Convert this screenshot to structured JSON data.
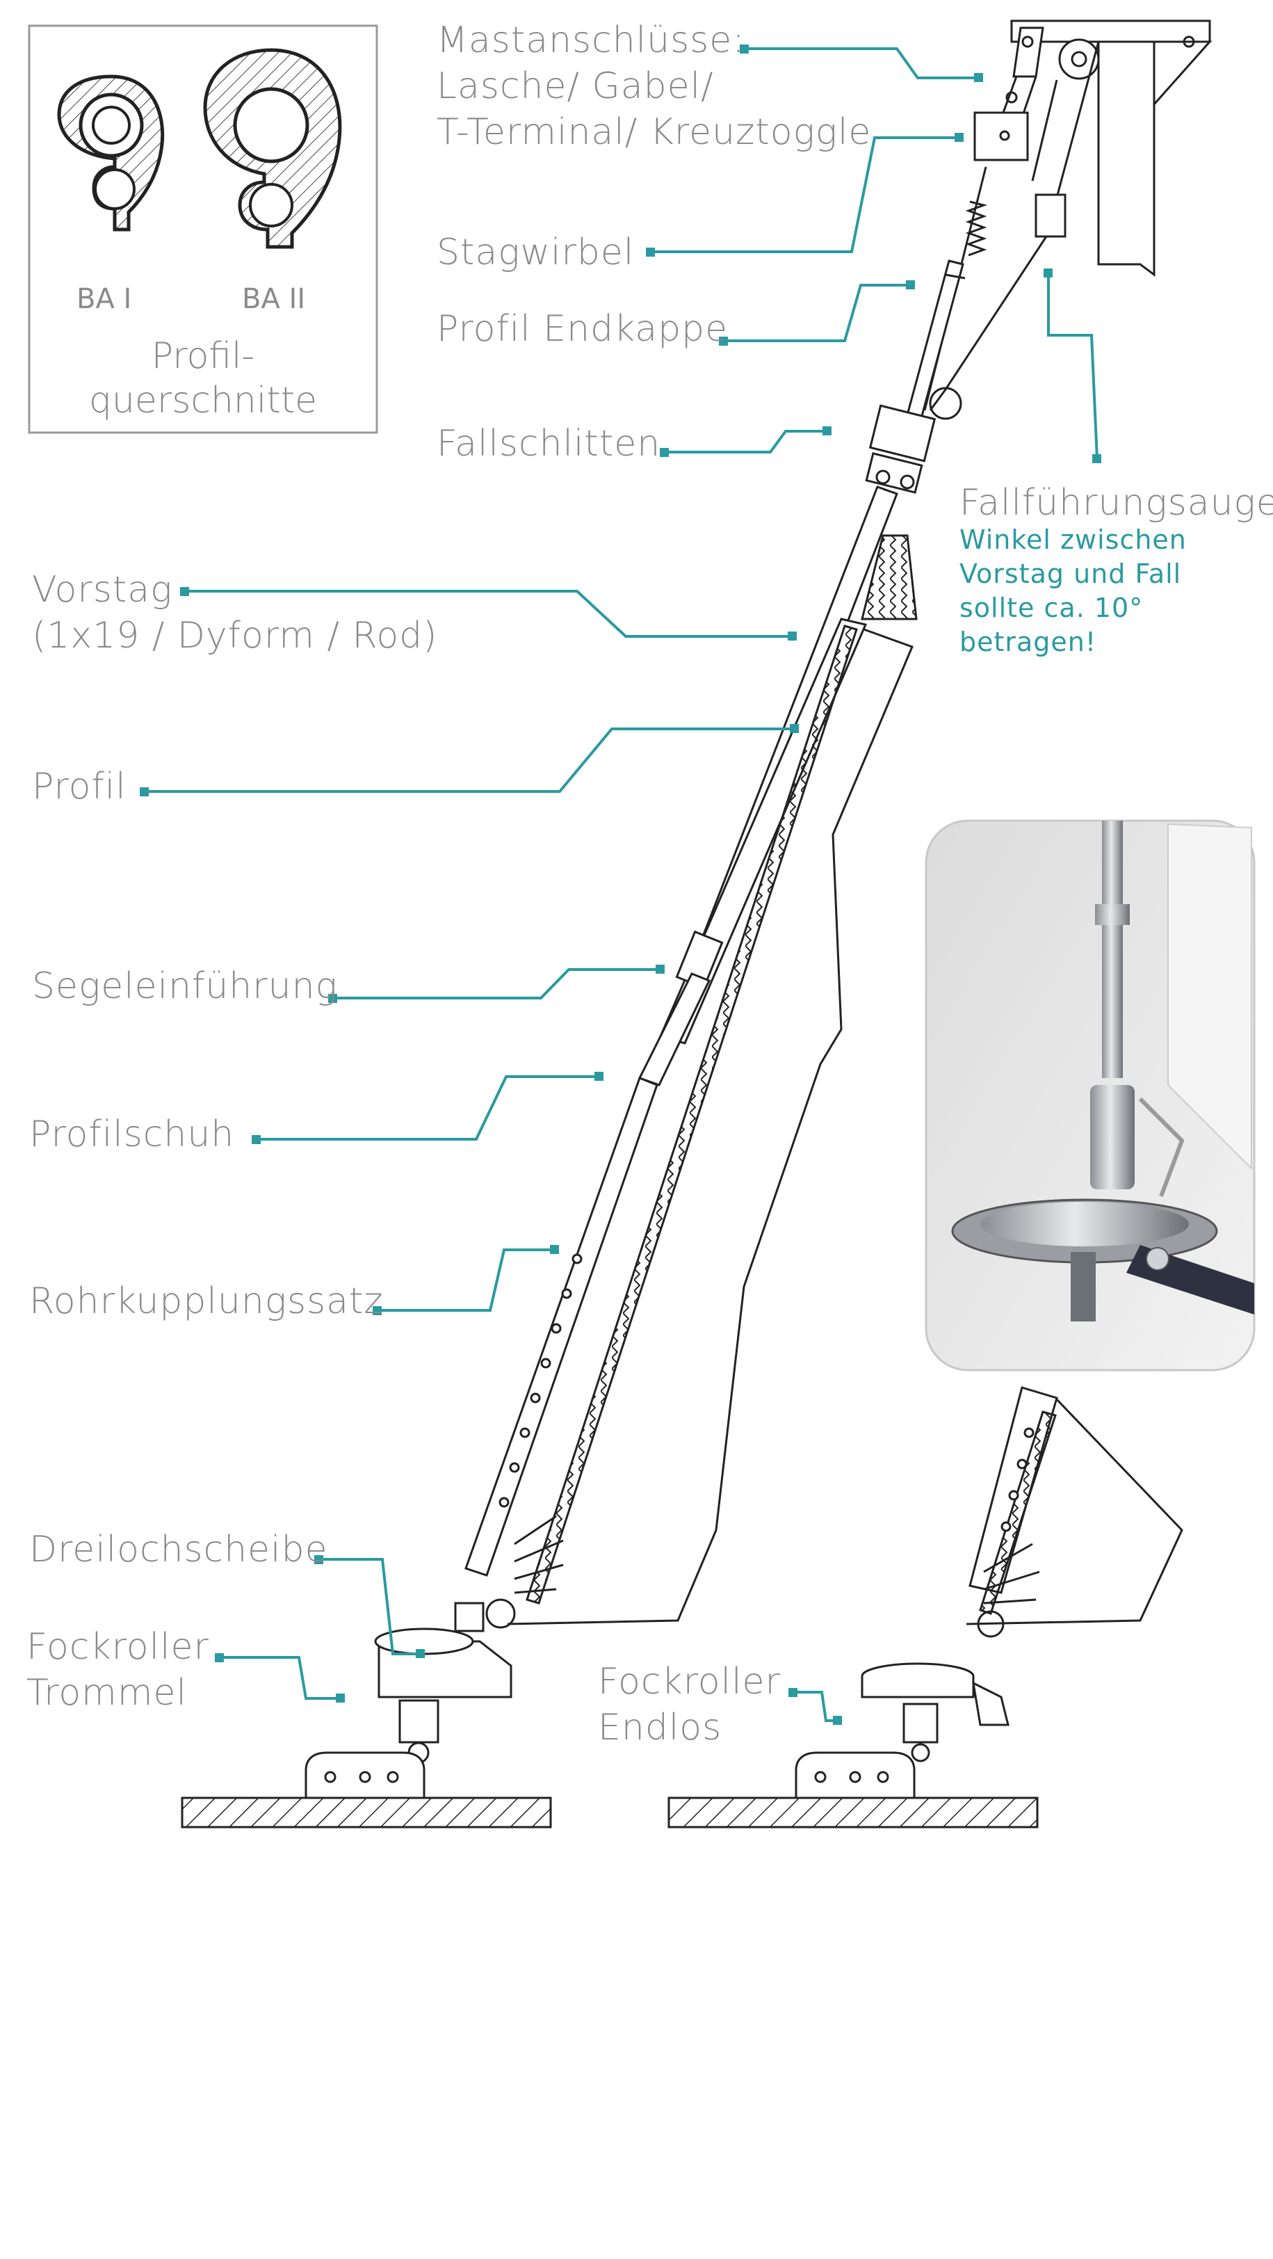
{
  "accent_color": "#2a9aa0",
  "label_color": "#8a8a8a",
  "inset": {
    "profiles": [
      "BA I",
      "BA II"
    ],
    "title_line1": "Profil-",
    "title_line2": "querschnitte"
  },
  "labels": {
    "mast_line1": "Mastanschlüsse:",
    "mast_line2": "Lasche/ Gabel/",
    "mast_line3": "T-Terminal/ Kreuztoggle",
    "stagwirbel": "Stagwirbel",
    "endkappe": "Profil Endkappe",
    "fallschlitten": "Fallschlitten",
    "fallfuehrung": "Fallführungsauge",
    "note_line1": "Winkel zwischen",
    "note_line2": "Vorstag und Fall",
    "note_line3": "sollte ca. 10°",
    "note_line4": "betragen!",
    "vorstag_line1": "Vorstag",
    "vorstag_line2": "(1x19 / Dyform / Rod)",
    "profil": "Profil",
    "segeleinfuehrung": "Segeleinführung",
    "profilschuh": "Profilschuh",
    "rohrkupplung": "Rohrkupplungssatz",
    "dreilochscheibe": "Dreilochscheibe",
    "trommel_line1": "Fockroller",
    "trommel_line2": "Trommel",
    "endlos_line1": "Fockroller",
    "endlos_line2": "Endlos"
  }
}
